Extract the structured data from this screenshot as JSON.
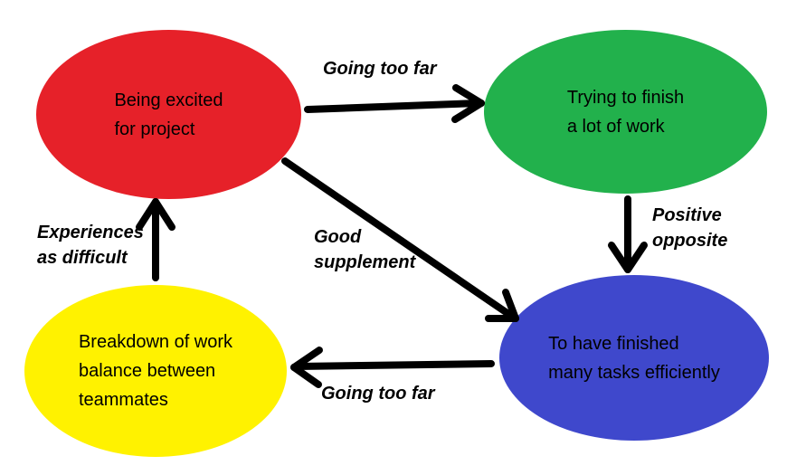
{
  "canvas": {
    "background": "#FFFFFF",
    "arrow_color": "#000000",
    "text_color": "#000000"
  },
  "nodes": [
    {
      "id": "being-excited",
      "color": "#E62129",
      "label_lines": [
        "Being excited",
        "for project"
      ]
    },
    {
      "id": "trying-to-finish",
      "color": "#22B14C",
      "label_lines": [
        "Trying to finish",
        "a lot of work"
      ]
    },
    {
      "id": "finished-tasks",
      "color": "#3F48CC",
      "label_lines": [
        "To have finished",
        "many tasks efficiently"
      ]
    },
    {
      "id": "breakdown",
      "color": "#FFF200",
      "label_lines": [
        "Breakdown of work",
        "balance between",
        "teammates"
      ]
    }
  ],
  "edges": [
    {
      "from": "being-excited",
      "to": "trying-to-finish",
      "label_lines": [
        "Going too far"
      ]
    },
    {
      "from": "trying-to-finish",
      "to": "finished-tasks",
      "label_lines": [
        "Positive",
        "opposite"
      ]
    },
    {
      "from": "being-excited",
      "to": "finished-tasks",
      "label_lines": [
        "Good",
        "supplement"
      ]
    },
    {
      "from": "finished-tasks",
      "to": "breakdown",
      "label_lines": [
        "Going too far"
      ]
    },
    {
      "from": "breakdown",
      "to": "being-excited",
      "label_lines": [
        "Experiences",
        "as difficult"
      ]
    }
  ]
}
